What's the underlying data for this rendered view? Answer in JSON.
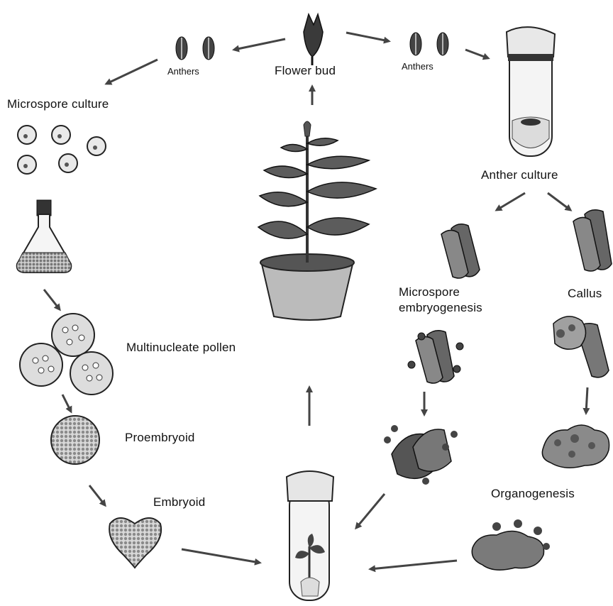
{
  "labels": {
    "anthers_left": "Anthers",
    "flower_bud": "Flower bud",
    "anthers_right": "Anthers",
    "microspore_culture": "Microspore culture",
    "anther_culture": "Anther culture",
    "microspore_embryogenesis_line1": "Microspore",
    "microspore_embryogenesis_line2": "embryogenesis",
    "callus": "Callus",
    "multinucleate_pollen": "Multinucleate pollen",
    "proembryoid": "Proembryoid",
    "embryoid": "Embryoid",
    "organogenesis": "Organogenesis"
  }
}
